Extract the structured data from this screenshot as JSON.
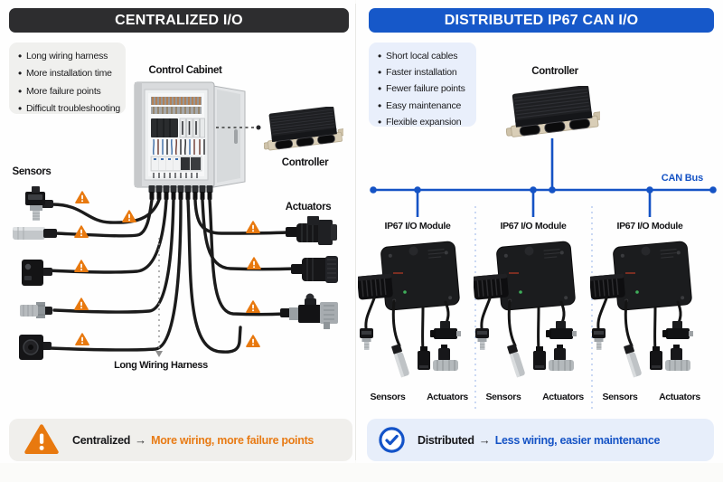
{
  "left": {
    "title": "CENTRALIZED I/O",
    "bullets": [
      "Long wiring harness",
      "More installation time",
      "More failure points",
      "Difficult troubleshooting"
    ],
    "cabinet_label": "Control Cabinet",
    "controller_label": "Controller",
    "sensors_label": "Sensors",
    "actuators_label": "Actuators",
    "harness_label": "Long Wiring Harness",
    "banner": {
      "keyword": "Centralized",
      "arrow": "→",
      "message": "More wiring, more failure points"
    }
  },
  "right": {
    "title": "DISTRIBUTED IP67 CAN I/O",
    "bullets": [
      "Short local cables",
      "Faster installation",
      "Fewer failure points",
      "Easy maintenance",
      "Flexible expansion"
    ],
    "controller_label": "Controller",
    "can_bus_label": "CAN Bus",
    "module_label": "IP67 I/O Module",
    "sensors_label": "Sensors",
    "actuators_label": "Actuators",
    "banner": {
      "keyword": "Distributed",
      "arrow": "→",
      "message": "Less wiring, easier maintenance"
    }
  },
  "colors": {
    "header_dark": "#2d2d2f",
    "accent_blue": "#1658c9",
    "warning_orange": "#e8790f",
    "banner_orange_text": "#e87b15",
    "banner_blue_text": "#1553c5"
  }
}
